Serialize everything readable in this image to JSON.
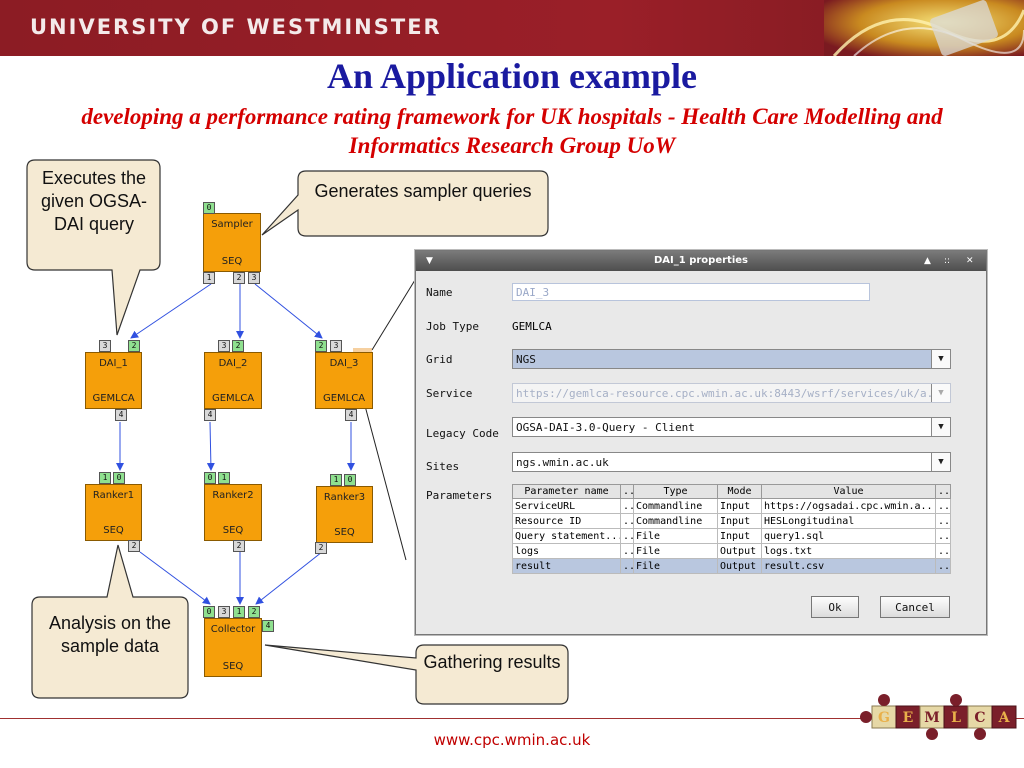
{
  "banner": {
    "title": "UNIVERSITY OF WESTMINSTER"
  },
  "slide": {
    "title": "An Application example",
    "subtitle": "developing a performance rating framework for UK hospitals - Health Care Modelling and Informatics Research Group UoW"
  },
  "callouts": {
    "executes": "Executes the given OGSA-DAI query",
    "generates": "Generates sampler queries",
    "analysis": "Analysis on the sample data",
    "gathering": "Gathering results"
  },
  "workflow": {
    "sampler": {
      "name": "Sampler",
      "type": "SEQ",
      "ports": [
        "0",
        "1",
        "2",
        "3"
      ]
    },
    "dai1": {
      "name": "DAI_1",
      "type": "GEMLCA",
      "ports": [
        "3",
        "2",
        "4"
      ]
    },
    "dai2": {
      "name": "DAI_2",
      "type": "GEMLCA",
      "ports": [
        "3",
        "2",
        "4"
      ]
    },
    "dai3": {
      "name": "DAI_3",
      "type": "GEMLCA",
      "ports": [
        "2",
        "3",
        "4"
      ]
    },
    "ranker1": {
      "name": "Ranker1",
      "type": "SEQ",
      "ports": [
        "1",
        "0",
        "2"
      ]
    },
    "ranker2": {
      "name": "Ranker2",
      "type": "SEQ",
      "ports": [
        "0",
        "1",
        "2"
      ]
    },
    "ranker3": {
      "name": "Ranker3",
      "type": "SEQ",
      "ports": [
        "1",
        "0",
        "2"
      ]
    },
    "collector": {
      "name": "Collector",
      "type": "SEQ",
      "ports": [
        "0",
        "3",
        "1",
        "2",
        "4"
      ]
    }
  },
  "dialog": {
    "title": "DAI_1 properties",
    "controls": {
      "menu": "▼",
      "up": "▲",
      "pin": "::",
      "close": "✕"
    },
    "labels": {
      "name": "Name",
      "job_type": "Job Type",
      "grid": "Grid",
      "service": "Service",
      "legacy_code": "Legacy Code",
      "sites": "Sites",
      "parameters": "Parameters"
    },
    "values": {
      "name": "DAI_3",
      "job_type": "GEMLCA",
      "grid": "NGS",
      "service": "https://gemlca-resource.cpc.wmin.ac.uk:8443/wsrf/services/uk/a...",
      "legacy_code": "OGSA-DAI-3.0-Query - Client",
      "sites": "ngs.wmin.ac.uk"
    },
    "table": {
      "headers": [
        "Parameter name",
        "...",
        "Type",
        "Mode",
        "Value",
        "..."
      ],
      "rows": [
        [
          "ServiceURL",
          "...",
          "Commandline",
          "Input",
          "https://ogsadai.cpc.wmin.a...",
          "..."
        ],
        [
          "Resource ID",
          "...",
          "Commandline",
          "Input",
          "HESLongitudinal",
          "..."
        ],
        [
          "Query statement...",
          "...",
          "File",
          "Input",
          "query1.sql",
          "..."
        ],
        [
          "logs",
          "...",
          "File",
          "Output",
          "logs.txt",
          "..."
        ],
        [
          "result",
          "...",
          "File",
          "Output",
          "result.csv",
          "..."
        ]
      ]
    },
    "buttons": {
      "ok": "Ok",
      "cancel": "Cancel"
    }
  },
  "footer": {
    "url": "www.cpc.wmin.ac.uk"
  },
  "logo": {
    "letters": [
      "G",
      "E",
      "M",
      "L",
      "C",
      "A"
    ]
  },
  "colors": {
    "banner": "#8c1c24",
    "title": "#1a1aa0",
    "subtitle": "#d40000",
    "node": "#f59f0a",
    "arrow": "#3050e0",
    "callout_fill": "#f5ead3"
  }
}
